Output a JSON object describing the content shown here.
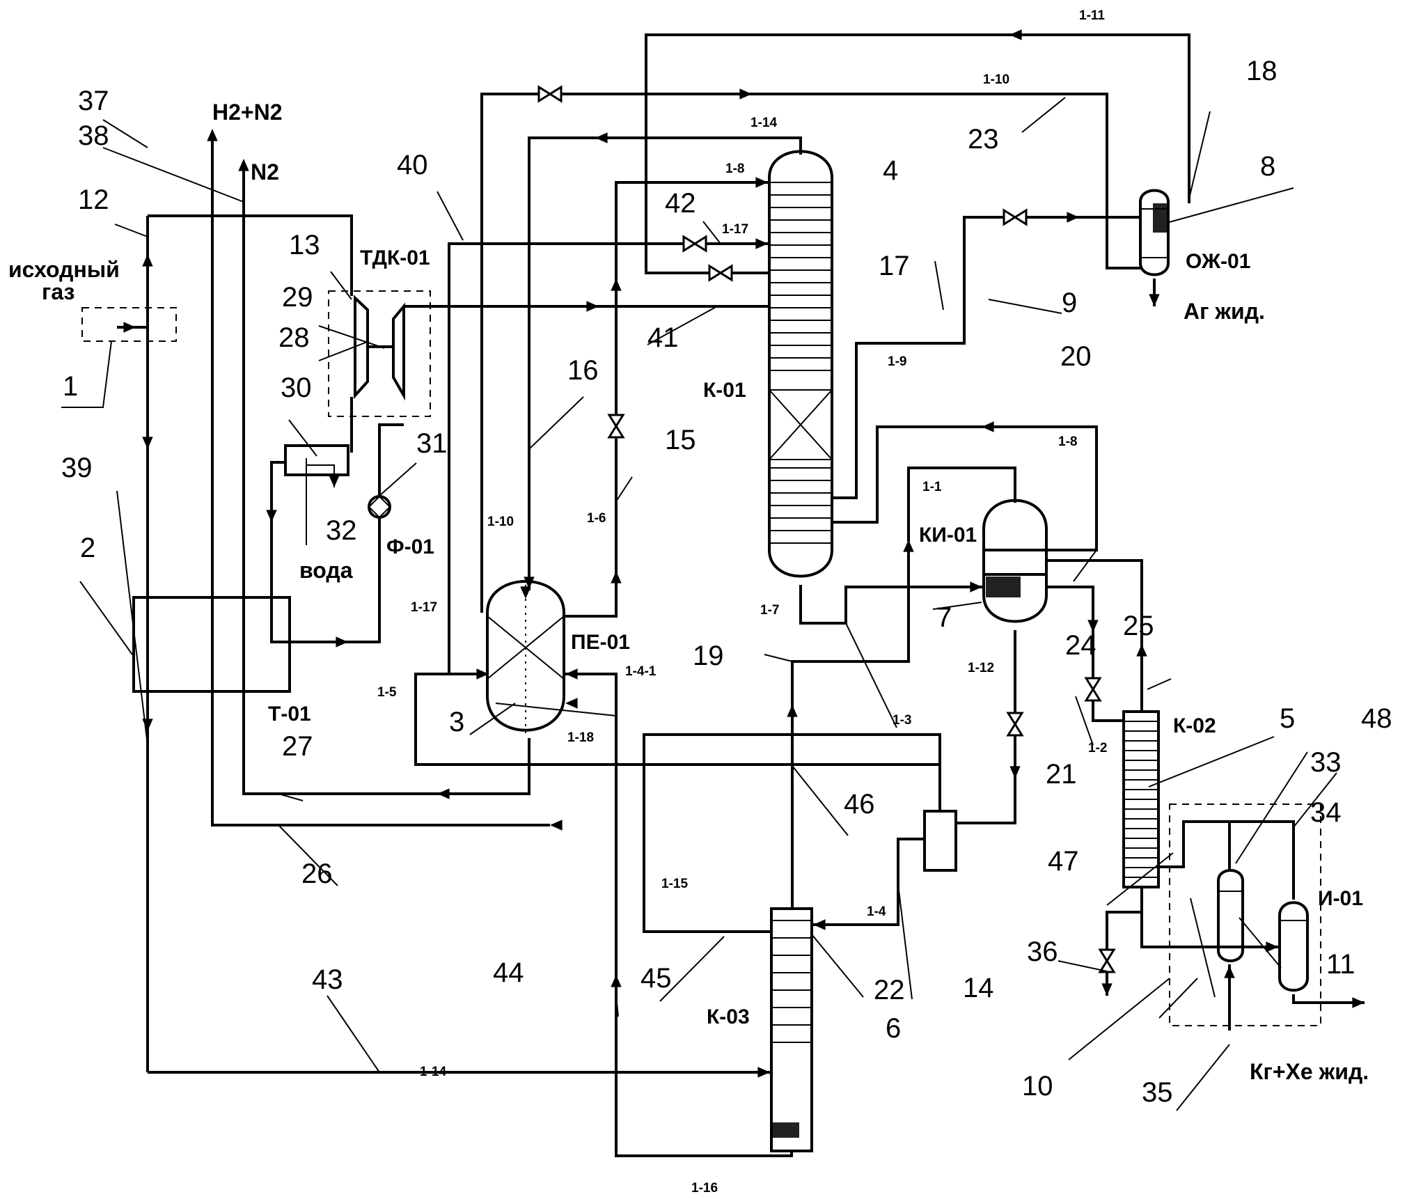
{
  "streams_in_out": {
    "feed_gas_line1": "исходный",
    "feed_gas_line2": "газ",
    "h2_n2": "H2+N2",
    "n2": "N2",
    "water": "вода",
    "argon_liquid": "Аг жид.",
    "kr_xe_liquid": "Кг+Хе жид."
  },
  "equipment": {
    "tdk": "ТДК-01",
    "filter": "Ф-01",
    "heat_exchanger": "Т-01",
    "precooler": "ПЕ-01",
    "column_k01": "К-01",
    "condenser_ki": "КИ-01",
    "liquefier": "ОЖ-01",
    "column_k02": "К-02",
    "column_k03": "К-03",
    "evaporator": "И-01"
  },
  "callouts": [
    "1",
    "2",
    "3",
    "4",
    "5",
    "6",
    "7",
    "8",
    "9",
    "10",
    "11",
    "12",
    "13",
    "14",
    "15",
    "16",
    "17",
    "18",
    "19",
    "20",
    "21",
    "22",
    "23",
    "24",
    "25",
    "26",
    "27",
    "28",
    "29",
    "30",
    "31",
    "32",
    "33",
    "34",
    "35",
    "36",
    "37",
    "38",
    "39",
    "40",
    "41",
    "42",
    "43",
    "44",
    "45",
    "46",
    "47",
    "48"
  ],
  "stream_labels": {
    "s1_11": "1-11",
    "s1_10_top": "1-10",
    "s1_14_top": "1-14",
    "s1_8_k01": "1-8",
    "s1_17": "1-17",
    "s1_9": "1-9",
    "s1_8_right": "1-8",
    "s1_1": "1-1",
    "s1_10_left": "1-10",
    "s1_6": "1-6",
    "s1_17_left": "1-17",
    "s1_7": "1-7",
    "s1_4_1": "1-4-1",
    "s1_5": "1-5",
    "s1_18": "1-18",
    "s1_3": "1-3",
    "s1_12": "1-12",
    "s1_2": "1-2",
    "s1_15": "1-15",
    "s1_4": "1-4",
    "s1_14_bottom": "1-14",
    "s1_16": "1-16"
  }
}
